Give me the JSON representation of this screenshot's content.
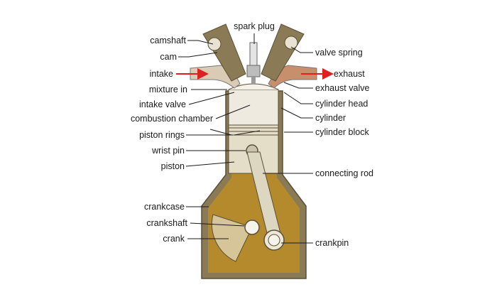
{
  "diagram": {
    "labels": {
      "spark_plug": "spark plug",
      "camshaft": "camshaft",
      "cam": "cam",
      "intake": "intake",
      "mixture_in": "mixture in",
      "intake_valve": "intake valve",
      "combustion_chamber": "combustion chamber",
      "piston_rings": "piston rings",
      "wrist_pin": "wrist pin",
      "piston": "piston",
      "crankcase": "crankcase",
      "crankshaft": "crankshaft",
      "crank": "crank",
      "valve_spring": "valve spring",
      "exhaust": "exhaust",
      "exhaust_valve": "exhaust valve",
      "cylinder_head": "cylinder head",
      "cylinder": "cylinder",
      "cylinder_block": "cylinder block",
      "connecting_rod": "connecting rod",
      "crankpin": "crankpin"
    },
    "colors": {
      "engine_block": "#b48a2c",
      "casing": "#8a7a55",
      "cylinder": "#efeae0",
      "intake_gas": "#d9cbb4",
      "exhaust_gas": "#c88f6c",
      "flow_arrow": "#e02020"
    }
  }
}
